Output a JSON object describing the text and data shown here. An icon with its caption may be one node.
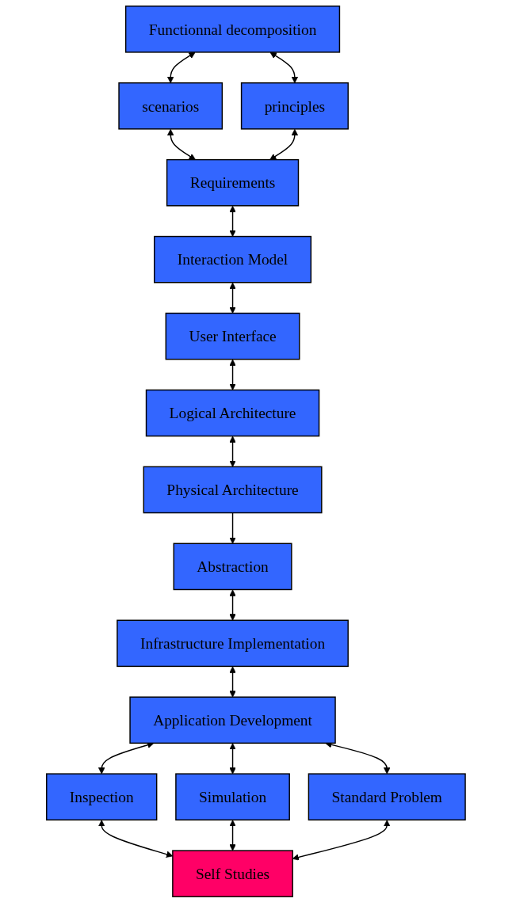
{
  "diagram": {
    "nodes": [
      {
        "text": [
          "Functionnal  decomposition"
        ]
      },
      {
        "text": [
          "scenarios"
        ]
      },
      {
        "text": [
          "principles"
        ]
      },
      {
        "text": [
          "Requirements"
        ]
      },
      {
        "text": [
          "Interaction Model"
        ]
      },
      {
        "text": [
          "User Interface"
        ]
      },
      {
        "text": [
          "Logical Architecture"
        ]
      },
      {
        "text": [
          "Physical Architecture"
        ]
      },
      {
        "text": [
          "Abstraction"
        ]
      },
      {
        "text": [
          "Infrastructure Implementation"
        ]
      },
      {
        "text": [
          "Application Development"
        ]
      },
      {
        "text": [
          "Inspection"
        ]
      },
      {
        "text": [
          "Simulation"
        ]
      },
      {
        "text": [
          "Standard Problem"
        ]
      },
      {
        "text": [
          "Self Studies"
        ]
      }
    ],
    "edges": [
      {
        "from": 0,
        "to": 1,
        "arrow": "both"
      },
      {
        "from": 0,
        "to": 2,
        "arrow": "both"
      },
      {
        "from": 1,
        "to": 3,
        "arrow": "both"
      },
      {
        "from": 2,
        "to": 3,
        "arrow": "both"
      },
      {
        "from": 3,
        "to": 4,
        "arrow": "both"
      },
      {
        "from": 4,
        "to": 5,
        "arrow": "both"
      },
      {
        "from": 5,
        "to": 6,
        "arrow": "both"
      },
      {
        "from": 6,
        "to": 7,
        "arrow": "both"
      },
      {
        "from": 7,
        "to": 8,
        "arrow": "to"
      },
      {
        "from": 8,
        "to": 9,
        "arrow": "both"
      },
      {
        "from": 9,
        "to": 10,
        "arrow": "both"
      },
      {
        "from": 10,
        "to": 11,
        "arrow": "both"
      },
      {
        "from": 10,
        "to": 12,
        "arrow": "both"
      },
      {
        "from": 10,
        "to": 13,
        "arrow": "both"
      },
      {
        "from": 11,
        "to": 14,
        "arrow": "both"
      },
      {
        "from": 12,
        "to": 14,
        "arrow": "both"
      },
      {
        "from": 13,
        "to": 14,
        "arrow": "both"
      }
    ]
  }
}
